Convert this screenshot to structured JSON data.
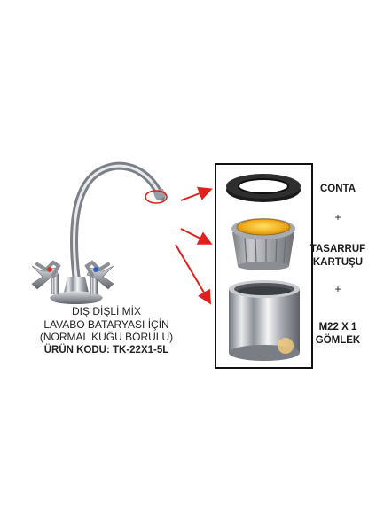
{
  "product": {
    "caption_lines": [
      "DIŞ DİŞLİ MİX",
      "LAVABO BATARYASI İÇİN",
      "(NORMAL KUĞU BORULU)"
    ],
    "code_line": "ÜRÜN KODU: TK-22X1-5L"
  },
  "parts": {
    "gasket_label": "CONTA",
    "plus_1": "+",
    "cartridge_label_line1": "TASARRUF",
    "cartridge_label_line2": "KARTUŞU",
    "plus_2": "+",
    "sleeve_label_line1": "M22 X 1",
    "sleeve_label_line2": "GÖMLEK"
  },
  "colors": {
    "arrow": "#e0201c",
    "frame": "#111111",
    "cartridge_core": "#f0b21c",
    "chrome": "#b9bcc2"
  },
  "icons": [
    "faucet-illustration",
    "gasket-ring-icon",
    "saving-cartridge-icon",
    "chrome-sleeve-icon",
    "red-arrow-icon"
  ]
}
